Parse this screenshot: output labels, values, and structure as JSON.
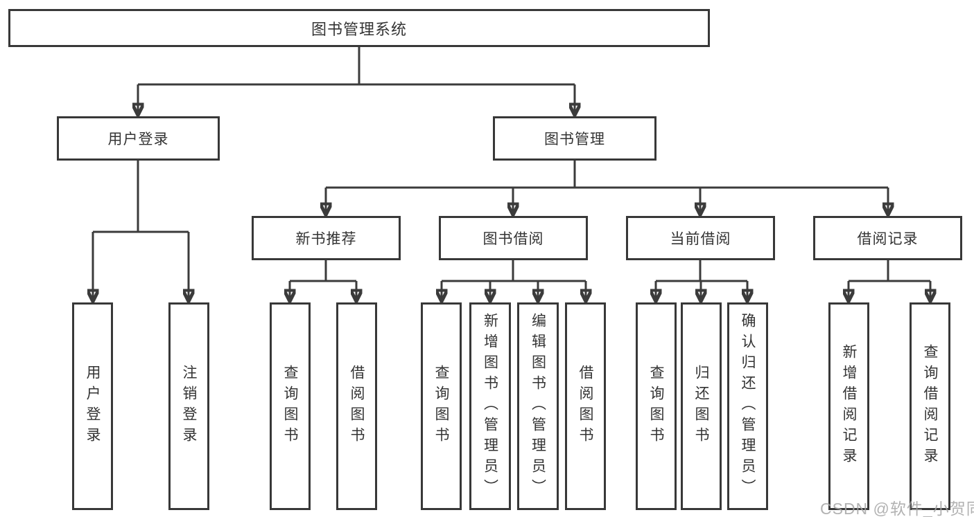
{
  "diagram": {
    "title": "图书管理系统",
    "level2": [
      {
        "id": "user-login",
        "label": "用户登录"
      },
      {
        "id": "book-management",
        "label": "图书管理"
      }
    ],
    "level3": [
      {
        "id": "new-book-recommendation",
        "label": "新书推荐",
        "parent": "book-management"
      },
      {
        "id": "book-borrowing",
        "label": "图书借阅",
        "parent": "book-management"
      },
      {
        "id": "current-borrowing",
        "label": "当前借阅",
        "parent": "book-management"
      },
      {
        "id": "borrowing-records",
        "label": "借阅记录",
        "parent": "book-management"
      }
    ],
    "leaves": [
      {
        "label": "用户登录",
        "parent": "user-login"
      },
      {
        "label": "注销登录",
        "parent": "user-login"
      },
      {
        "label": "查询图书",
        "parent": "new-book-recommendation"
      },
      {
        "label": "借阅图书",
        "parent": "new-book-recommendation"
      },
      {
        "label": "查询图书",
        "parent": "book-borrowing"
      },
      {
        "label": "新增图书（管理员）",
        "parent": "book-borrowing"
      },
      {
        "label": "编辑图书（管理员）",
        "parent": "book-borrowing"
      },
      {
        "label": "借阅图书",
        "parent": "book-borrowing"
      },
      {
        "label": "查询图书",
        "parent": "current-borrowing"
      },
      {
        "label": "归还图书",
        "parent": "current-borrowing"
      },
      {
        "label": "确认归还（管理员）",
        "parent": "current-borrowing"
      },
      {
        "label": "新增借阅记录",
        "parent": "borrowing-records"
      },
      {
        "label": "查询借阅记录",
        "parent": "borrowing-records"
      }
    ]
  },
  "watermark": "CSDN @软件_小贺同学",
  "colors": {
    "line": "#3b3b3b",
    "border": "#383838",
    "text": "#333333",
    "background": "#ffffff",
    "watermark": "#a4a4a4"
  }
}
